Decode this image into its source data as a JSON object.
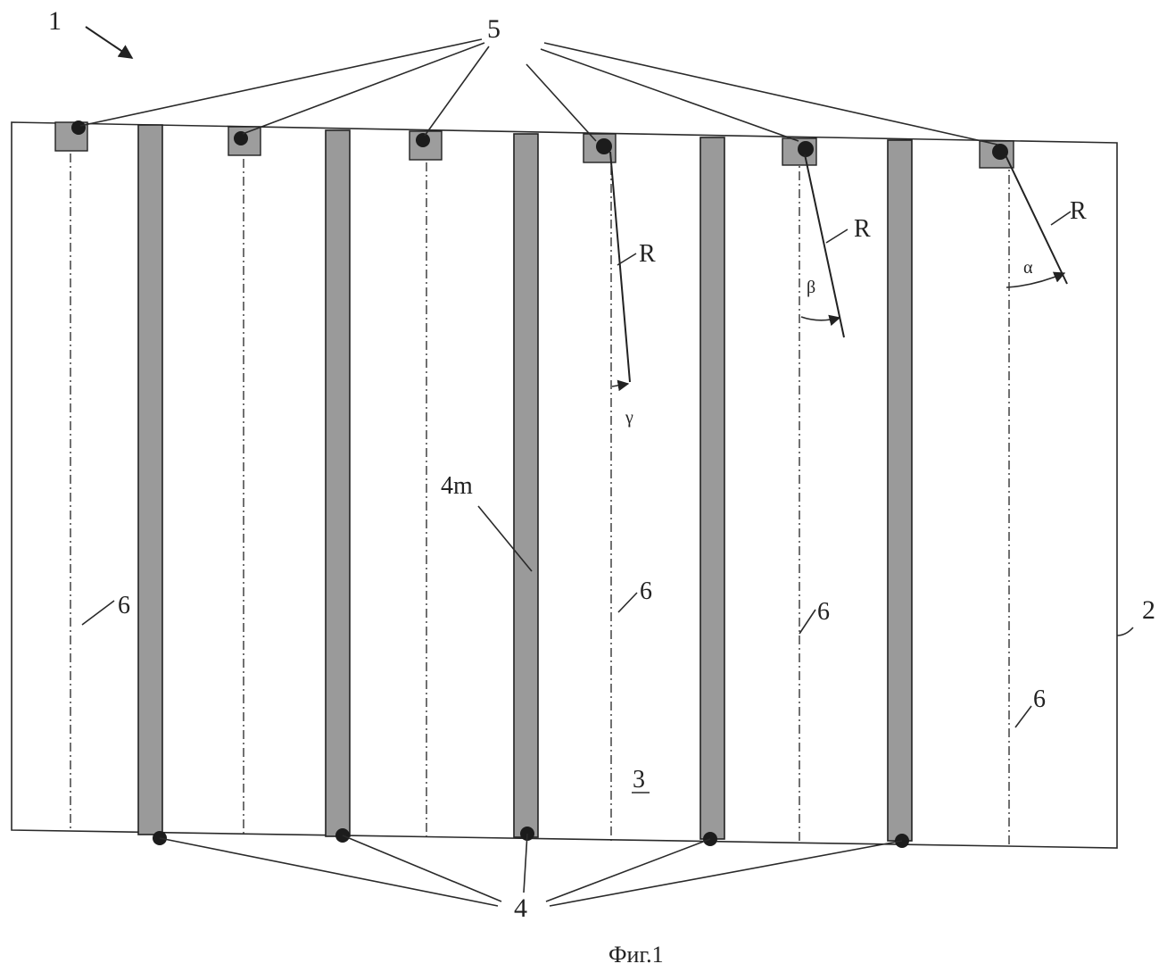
{
  "labels": {
    "device": "1",
    "frame": "2",
    "surface": "3",
    "strips": "4",
    "middle_strip": "4m",
    "mounts": "5",
    "axis": "6",
    "radius": "R",
    "alpha": "α",
    "beta": "β",
    "gamma": "γ"
  },
  "caption": "Фиг.1"
}
